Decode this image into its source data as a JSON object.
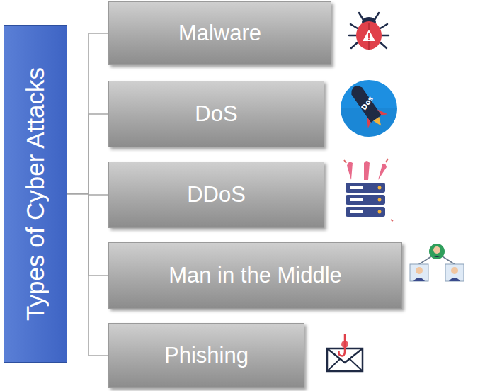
{
  "diagram": {
    "nodes": [
      {
        "text": [
          "Types of Cyber Attacks"
        ]
      },
      {
        "text": [
          "Malware"
        ]
      },
      {
        "text": [
          "DoS"
        ]
      },
      {
        "text": [
          "DDoS"
        ]
      },
      {
        "text": [
          "Man in the Middle"
        ]
      },
      {
        "text": [
          "Phishing"
        ]
      }
    ],
    "edges": [
      {
        "from": 0,
        "to": 1,
        "arrow": "none"
      },
      {
        "from": 0,
        "to": 2,
        "arrow": "none"
      },
      {
        "from": 0,
        "to": 3,
        "arrow": "none"
      },
      {
        "from": 0,
        "to": 4,
        "arrow": "none"
      },
      {
        "from": 0,
        "to": 5,
        "arrow": "none"
      }
    ],
    "labels": [
      "Dos"
    ]
  }
}
